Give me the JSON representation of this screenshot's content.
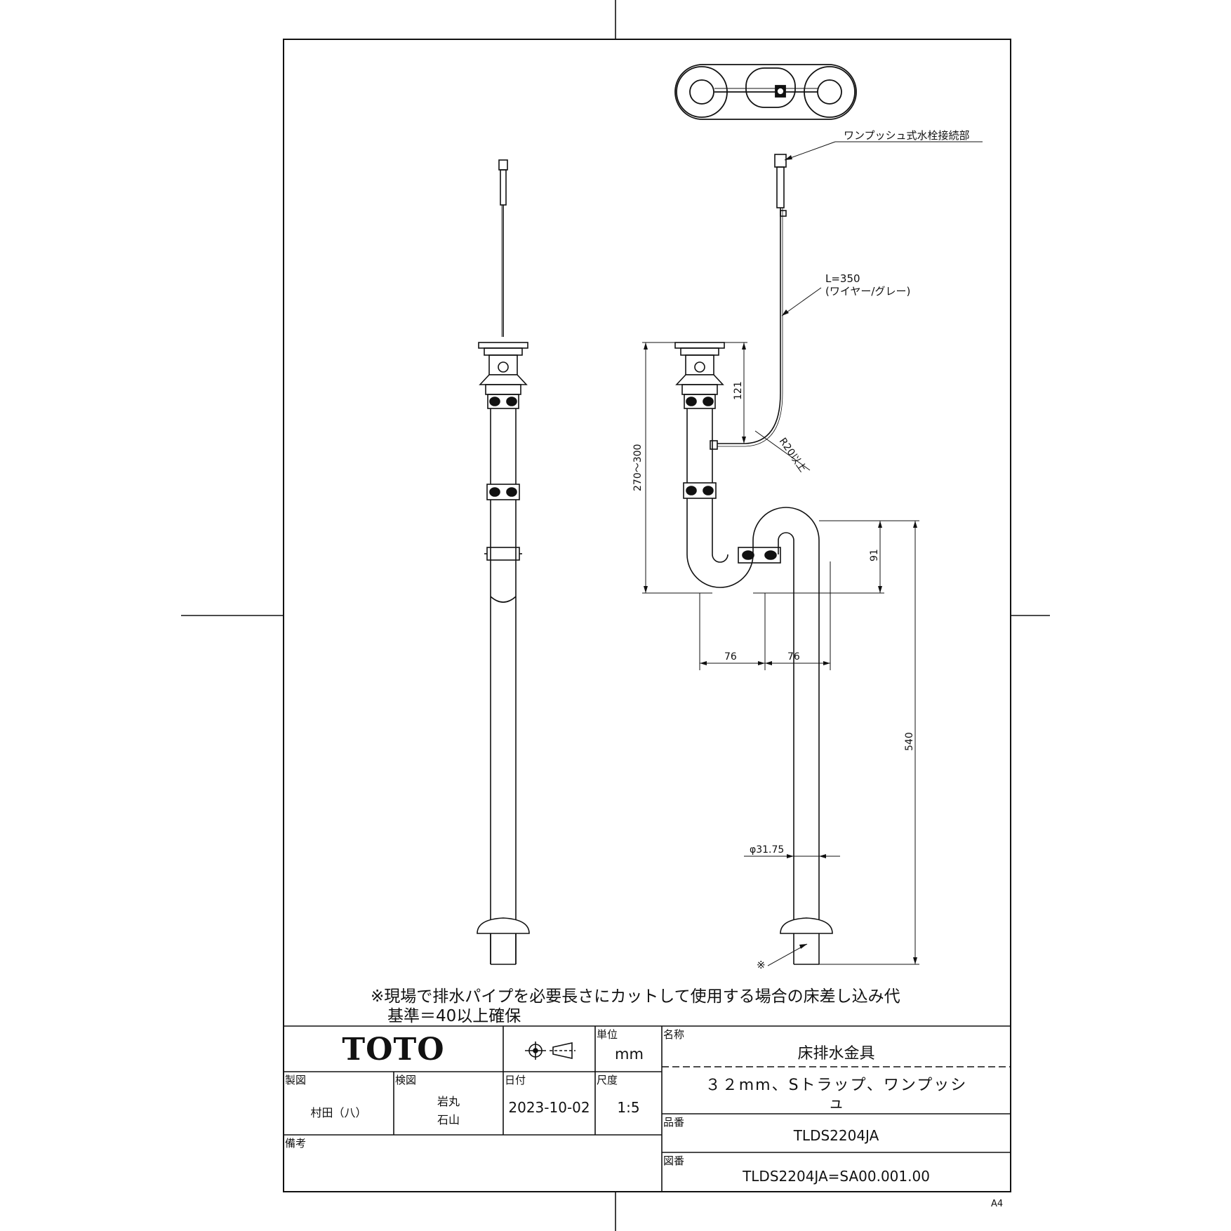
{
  "drawing": {
    "callouts": {
      "connection": "ワンプッシュ式水栓接続部",
      "wire_length": "L=350",
      "wire_note": "(ワイヤー/グレー)",
      "bend_radius": "R20以上",
      "asterisk": "※"
    },
    "dimensions": {
      "d121": "121",
      "d270_300": "270～300",
      "d91": "91",
      "d76_left": "76",
      "d76_right": "76",
      "d540": "540",
      "diameter": "φ31.75"
    },
    "note_line1": "※現場で排水パイプを必要長さにカットして使用する場合の床差し込み代",
    "note_line2": "基準＝40以上確保"
  },
  "title_block": {
    "logo": "TOTO",
    "unit_label": "単位",
    "unit_value": "mm",
    "name_label": "名称",
    "name_value": "床排水金具",
    "desc_line1": "３２mm、Sトラップ、ワンプッシ",
    "desc_line2": "ュ",
    "drawn_label": "製図",
    "drawn_value": "村田（八）",
    "checked_label": "検図",
    "checked_value1": "岩丸",
    "checked_value2": "石山",
    "date_label": "日付",
    "date_value": "2023-10-02",
    "scale_label": "尺度",
    "scale_value": "1:5",
    "part_label": "品番",
    "part_value": "TLDS2204JA",
    "remarks_label": "備考",
    "drawing_no_label": "図番",
    "drawing_no_value": "TLDS2204JA=SA00.001.00"
  },
  "sheet_size": "A4"
}
